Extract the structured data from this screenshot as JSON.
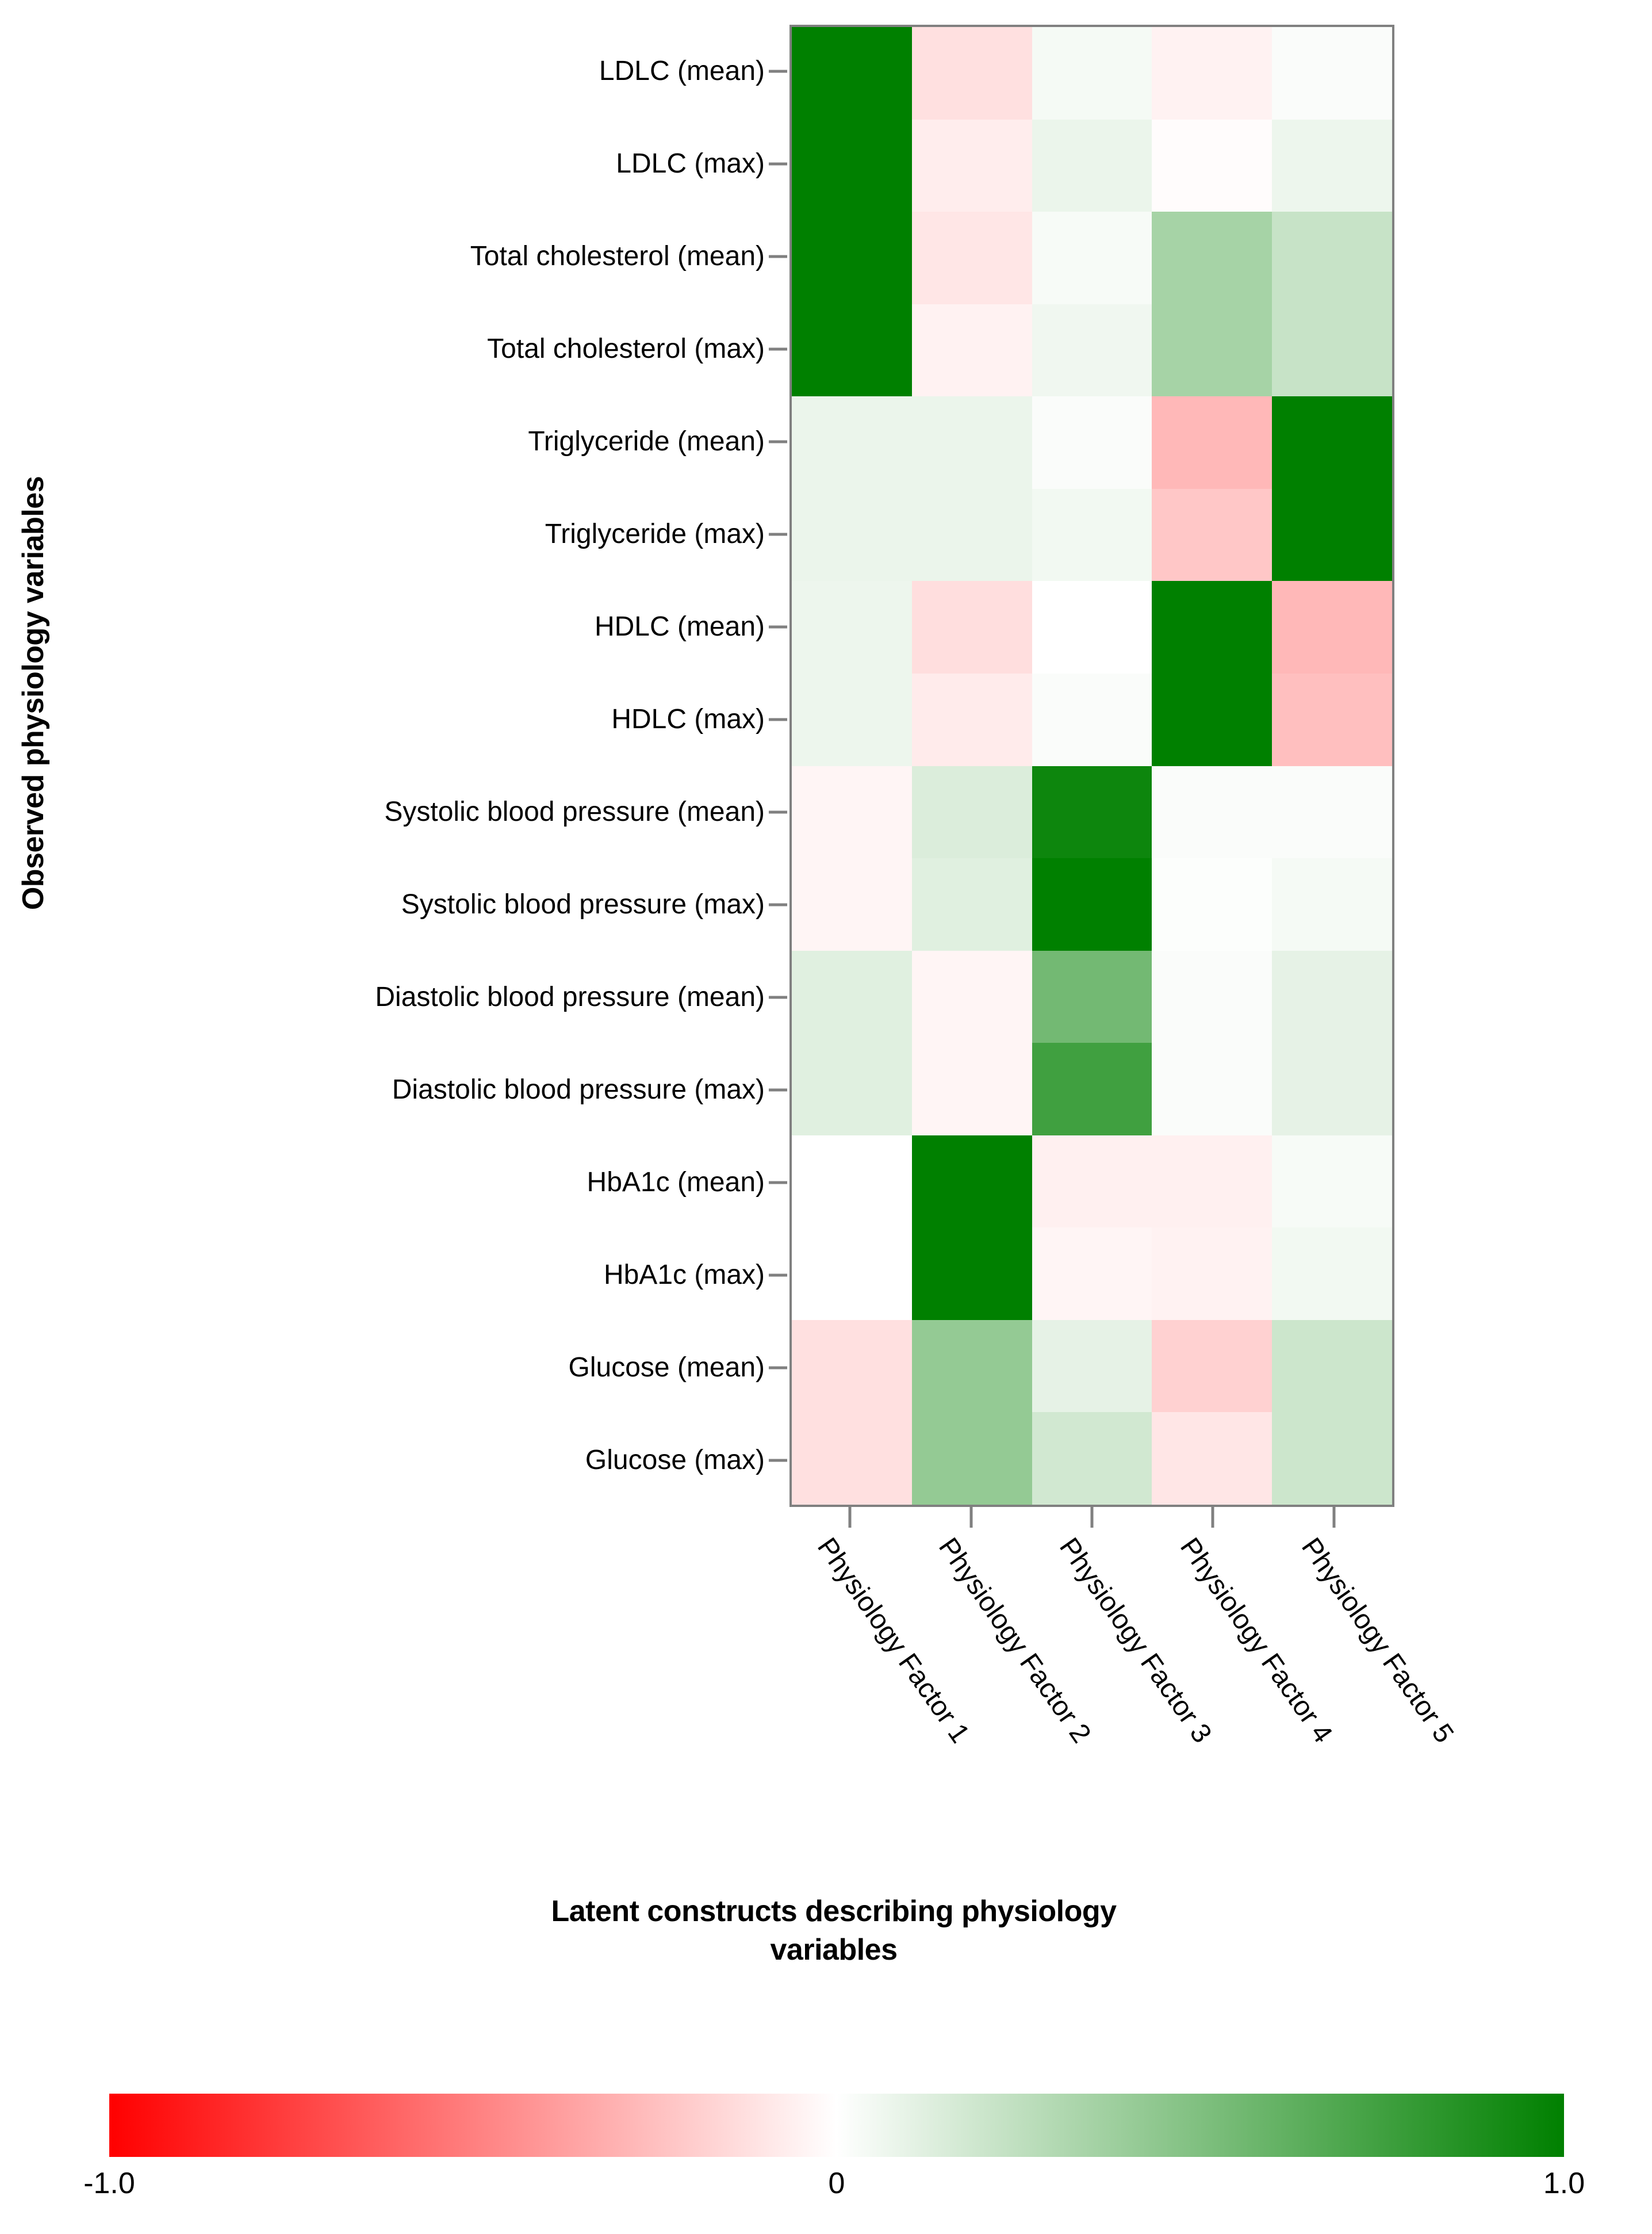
{
  "axes": {
    "ylabel": "Observed physiology variables",
    "xlabel_line1": "Latent constructs describing physiology",
    "xlabel_line2": "variables"
  },
  "colorbar": {
    "min_label": "-1.0",
    "mid_label": "0",
    "max_label": "1.0",
    "min_color": "#ff0000",
    "mid_color": "#ffffff",
    "max_color": "#008000",
    "vmin": -1.0,
    "vmax": 1.0
  },
  "chart_data": {
    "type": "heatmap",
    "title": "",
    "xlabel": "Latent constructs describing physiology variables",
    "ylabel": "Observed physiology variables",
    "colormap": "red-white-green",
    "zlim": [
      -1.0,
      1.0
    ],
    "grid": false,
    "legend_position": "bottom",
    "columns": [
      "Physiology Factor 1",
      "Physiology Factor 2",
      "Physiology Factor 3",
      "Physiology Factor 4",
      "Physiology Factor 5"
    ],
    "rows": [
      "LDLC (mean)",
      "LDLC (max)",
      "Total cholesterol (mean)",
      "Total cholesterol (max)",
      "Triglyceride (mean)",
      "Triglyceride (max)",
      "HDLC (mean)",
      "HDLC (max)",
      "Systolic blood pressure (mean)",
      "Systolic blood pressure (max)",
      "Diastolic blood pressure (mean)",
      "Diastolic blood pressure (max)",
      "HbA1c (mean)",
      "HbA1c (max)",
      "Glucose (mean)",
      "Glucose (max)"
    ],
    "values": [
      [
        1.0,
        -0.12,
        0.04,
        -0.05,
        0.02
      ],
      [
        1.0,
        -0.07,
        0.08,
        -0.01,
        0.07
      ],
      [
        1.0,
        -0.1,
        0.03,
        0.35,
        0.22
      ],
      [
        1.0,
        -0.05,
        0.06,
        0.35,
        0.22
      ],
      [
        0.08,
        0.08,
        0.02,
        -0.28,
        1.0
      ],
      [
        0.08,
        0.08,
        0.05,
        -0.22,
        1.0
      ],
      [
        0.07,
        -0.13,
        0.0,
        1.0,
        -0.28
      ],
      [
        0.07,
        -0.08,
        0.02,
        1.0,
        -0.25
      ],
      [
        -0.04,
        0.14,
        0.95,
        0.02,
        0.02
      ],
      [
        -0.04,
        0.12,
        1.0,
        0.01,
        0.04
      ],
      [
        0.12,
        -0.04,
        0.55,
        0.02,
        0.1
      ],
      [
        0.12,
        -0.04,
        0.75,
        0.02,
        0.1
      ],
      [
        0.0,
        1.0,
        -0.06,
        -0.06,
        0.03
      ],
      [
        0.0,
        1.0,
        -0.04,
        -0.05,
        0.05
      ],
      [
        -0.12,
        0.42,
        0.1,
        -0.18,
        0.2
      ],
      [
        -0.12,
        0.42,
        0.18,
        -0.1,
        0.2
      ]
    ]
  }
}
